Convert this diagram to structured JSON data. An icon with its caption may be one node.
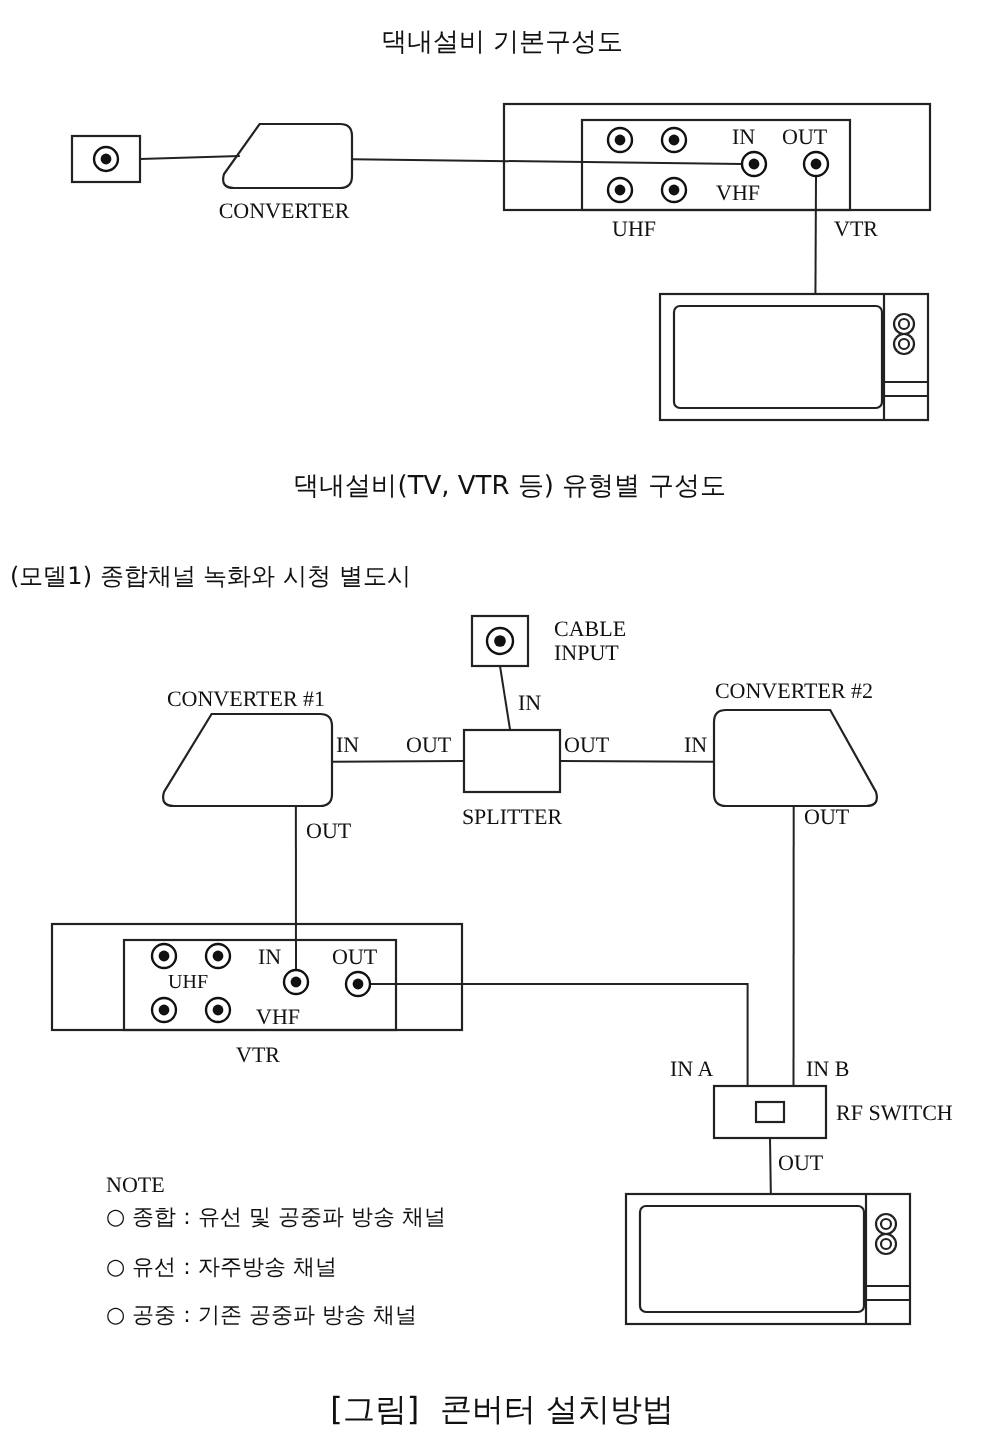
{
  "diagram": {
    "title": "댁내설비 기본구성도",
    "caption": "[그림]  콘버터 설치방법",
    "nodes": [
      {
        "text": [],
        "shape": "box"
      },
      {
        "text": [
          "CONVERTER"
        ]
      },
      {
        "text": [
          "VTR"
        ]
      },
      {
        "text": [],
        "shape": "circle",
        "in": 2
      },
      {
        "text": [],
        "shape": "circle",
        "in": 2
      },
      {
        "text": [],
        "shape": "box"
      },
      {
        "text": [
          "CABLE INPUT"
        ]
      },
      {
        "text": [
          "CONVERTER #1"
        ]
      },
      {
        "text": [
          "SPLITTER"
        ]
      },
      {
        "text": [
          "CONVERTER #2"
        ]
      },
      {
        "text": [
          "VTR"
        ]
      },
      {
        "text": [],
        "shape": "circle",
        "in": 10
      },
      {
        "text": [],
        "shape": "circle",
        "in": 10
      },
      {
        "text": [
          "RF SWITCH"
        ]
      },
      {
        "text": [],
        "shape": "box"
      },
      {
        "text": [],
        "shape": "circle",
        "in": 2
      },
      {
        "text": [],
        "shape": "circle",
        "in": 2
      },
      {
        "text": [],
        "shape": "circle",
        "in": 2
      },
      {
        "text": [],
        "shape": "circle",
        "in": 2
      },
      {
        "text": [],
        "shape": "circle",
        "in": 10
      },
      {
        "text": [],
        "shape": "circle",
        "in": 10
      },
      {
        "text": [],
        "shape": "circle",
        "in": 10
      },
      {
        "text": [],
        "shape": "circle",
        "in": 10
      }
    ],
    "edges": [
      {
        "from": 0,
        "to": 1,
        "arrow": "none"
      },
      {
        "from": 1,
        "to": 3,
        "arrow": "none"
      },
      {
        "from": 4,
        "to": 5,
        "arrow": "none"
      },
      {
        "from": 6,
        "to": 8,
        "arrow": "none"
      },
      {
        "from": 8,
        "to": 7,
        "arrow": "none"
      },
      {
        "from": 8,
        "to": 9,
        "arrow": "none"
      },
      {
        "from": 7,
        "to": 11,
        "arrow": "none"
      },
      {
        "from": 12,
        "to": 13,
        "arrow": "none"
      },
      {
        "from": 9,
        "to": 13,
        "arrow": "none"
      },
      {
        "from": 13,
        "to": 14,
        "arrow": "none"
      }
    ],
    "labels": [
      "IN",
      "OUT",
      "VHF",
      "UHF",
      "댁내설비(TV, VTR 등) 유형별 구성도",
      "(모델1) 종합채널 녹화와 시청 별도시",
      "IN",
      "IN",
      "OUT",
      "OUT",
      "IN",
      "OUT",
      "OUT",
      "IN",
      "OUT",
      "UHF",
      "VHF",
      "IN  A",
      "IN  B",
      "OUT",
      "NOTE",
      "○ 종합 : 유선 및 공중파 방송 채널",
      "○ 유선 : 자주방송 채널",
      "○ 공중 : 기존 공중파 방송 채널"
    ]
  }
}
